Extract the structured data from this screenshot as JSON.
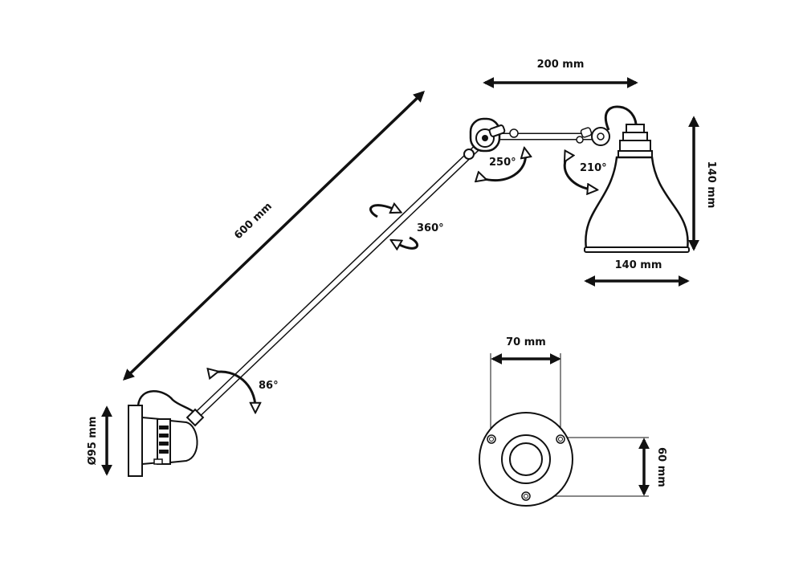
{
  "figure": {
    "title": "Wall lamp technical drawing"
  },
  "dimensions": {
    "arm_length": "600 mm",
    "elbow_to_shade": "200 mm",
    "shade_height": "140 mm",
    "shade_diameter": "140 mm",
    "base_diameter": "Ø95 mm",
    "plate_hole_spacing_horizontal": "70 mm",
    "plate_hole_spacing_vertical": "60 mm"
  },
  "rotations": {
    "arm_axial": "360°",
    "elbow": "250°",
    "shade_joint": "210°",
    "base_pivot": "86°"
  },
  "colors": {
    "ink": "#111111",
    "paper": "#ffffff"
  }
}
